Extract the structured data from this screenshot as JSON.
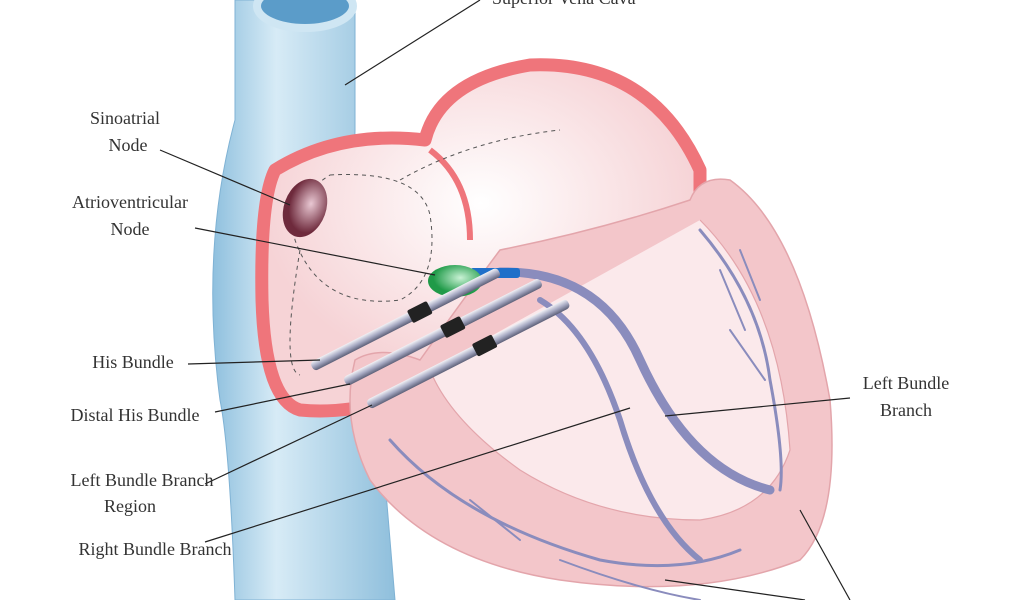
{
  "labels": {
    "superior_vena_cava": "Superior Vena Cava",
    "sinoatrial_node": [
      "Sinoatrial",
      "Node"
    ],
    "atrioventricular_node": [
      "Atrioventricular",
      "Node"
    ],
    "his_bundle": "His Bundle",
    "distal_his_bundle": "Distal His Bundle",
    "left_bundle_branch_region": [
      "Left Bundle Branch",
      "Region"
    ],
    "right_bundle_branch": "Right Bundle Branch",
    "left_bundle_branch": [
      "Left Bundle",
      "Branch"
    ]
  },
  "colors": {
    "vena_cava": "#bcdcee",
    "atrial_wall": "#ef757b",
    "myocardium": "#f3c6ca",
    "conduction": "#8a8cbd",
    "sa_node": "#7a3646",
    "av_node": "#2fae5a",
    "his_segment": "#1f6fc9"
  }
}
